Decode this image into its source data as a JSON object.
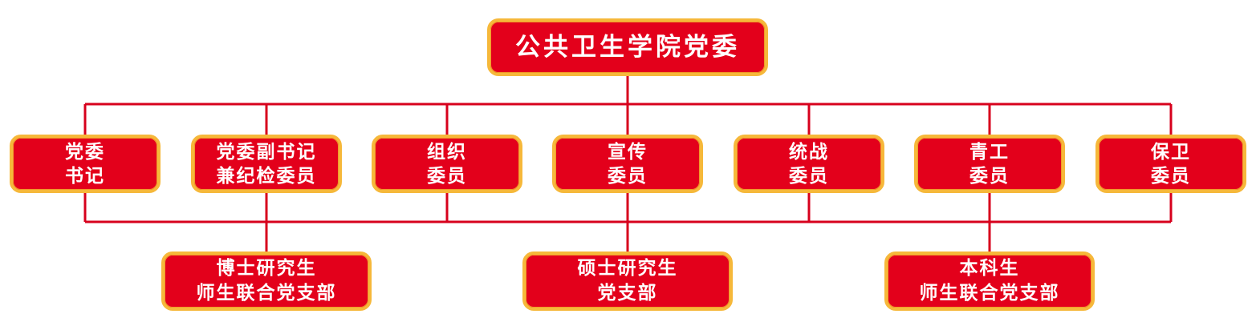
{
  "colors": {
    "box_fill": "#e3001b",
    "box_border": "#f6b83a",
    "connector": "#d7001c",
    "text": "#ffffff"
  },
  "root": {
    "label": "公共卫生学院党委"
  },
  "members": [
    {
      "line1": "党委",
      "line2": "书记"
    },
    {
      "line1": "党委副书记",
      "line2": "兼纪检委员"
    },
    {
      "line1": "组织",
      "line2": "委员"
    },
    {
      "line1": "宣传",
      "line2": "委员"
    },
    {
      "line1": "统战",
      "line2": "委员"
    },
    {
      "line1": "青工",
      "line2": "委员"
    },
    {
      "line1": "保卫",
      "line2": "委员"
    }
  ],
  "branches": [
    {
      "line1": "博士研究生",
      "line2": "师生联合党支部"
    },
    {
      "line1": "硕士研究生",
      "line2": "党支部"
    },
    {
      "line1": "本科生",
      "line2": "师生联合党支部"
    }
  ]
}
